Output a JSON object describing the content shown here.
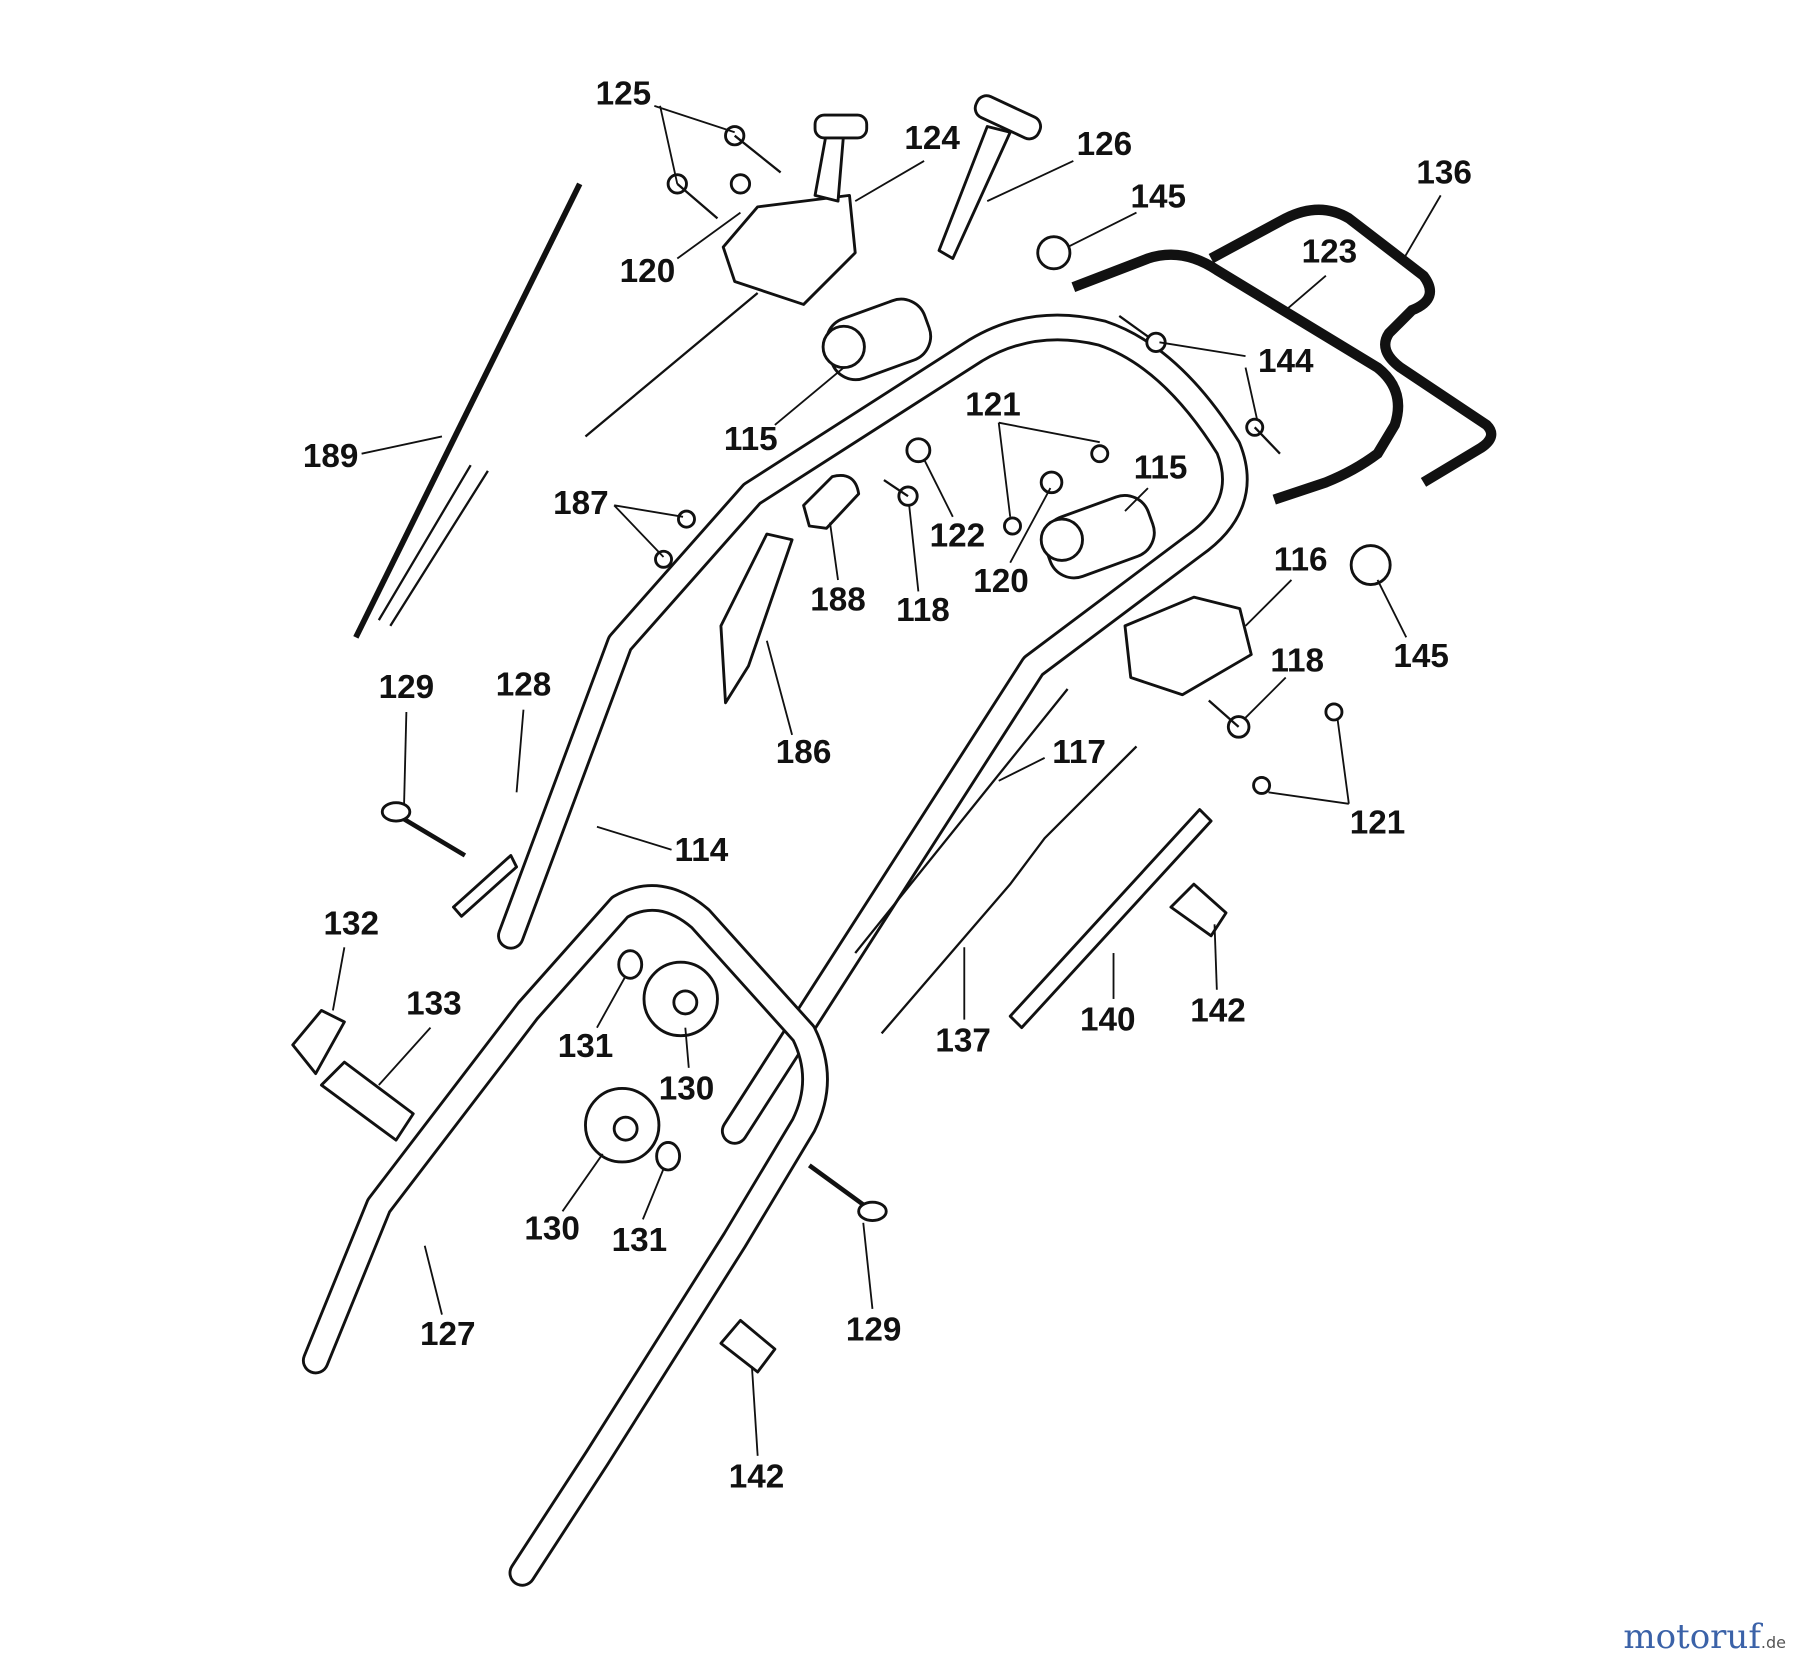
{
  "labels": [
    "125",
    "124",
    "126",
    "136",
    "145",
    "123",
    "120",
    "144",
    "115",
    "121",
    "189",
    "115",
    "187",
    "122",
    "120",
    "116",
    "188",
    "118",
    "145",
    "118",
    "129",
    "128",
    "186",
    "117",
    "121",
    "114",
    "132",
    "133",
    "142",
    "140",
    "137",
    "131",
    "130",
    "130",
    "131",
    "129",
    "127",
    "142"
  ],
  "watermark": {
    "brand": "motoruf",
    "tld": ".de"
  }
}
